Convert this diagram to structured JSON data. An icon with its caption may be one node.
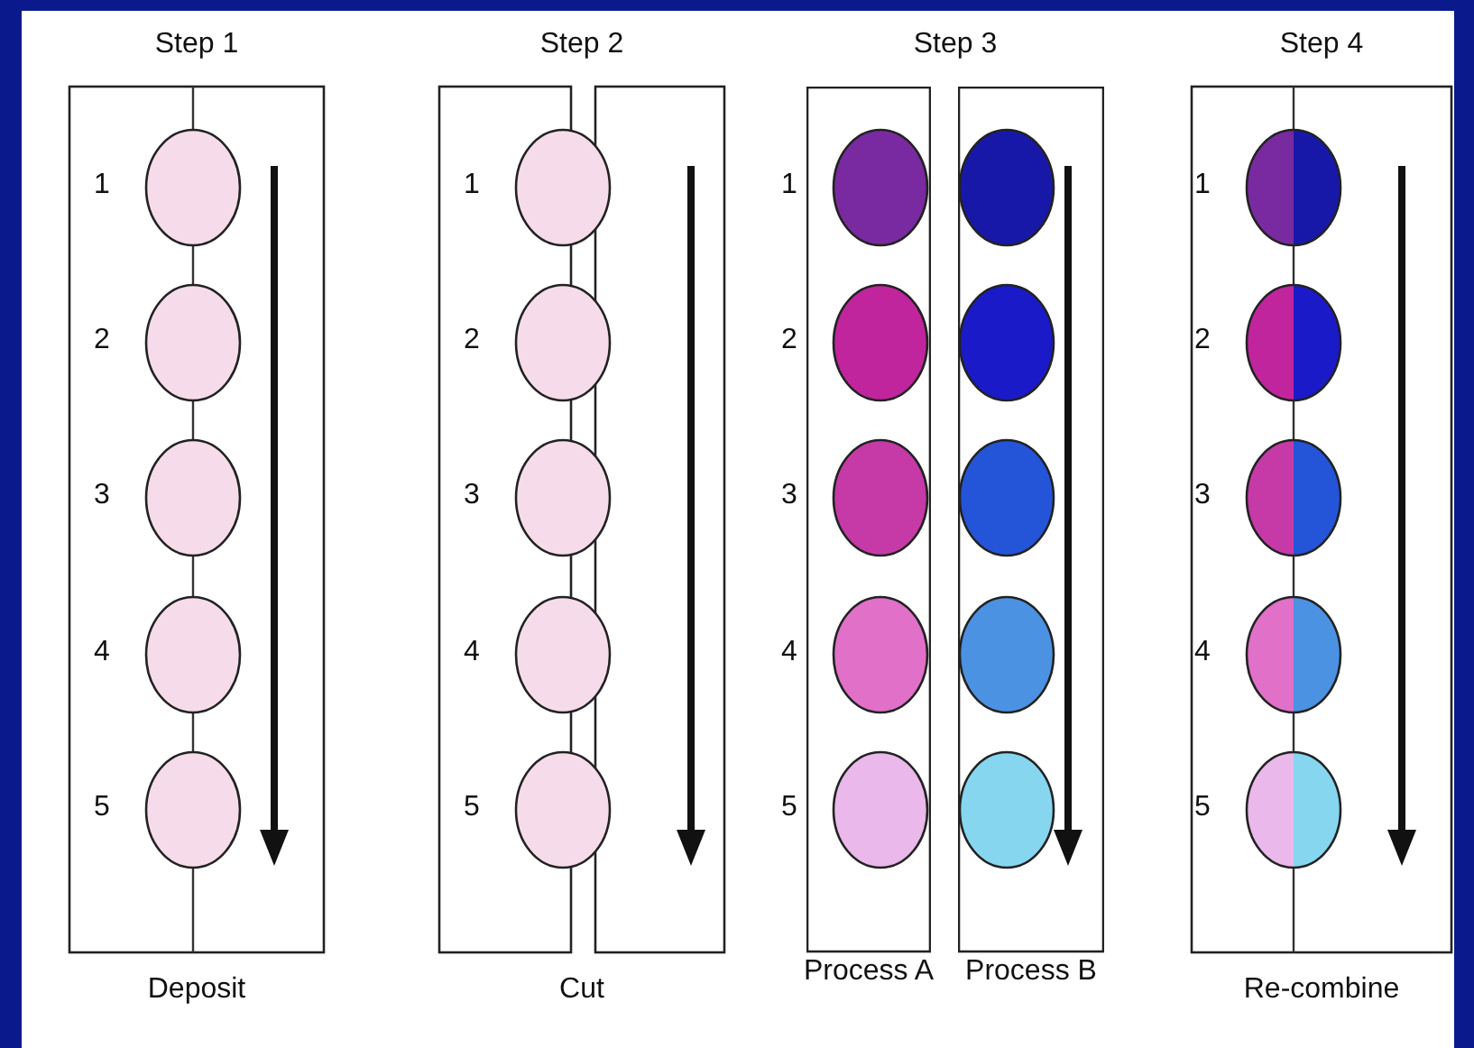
{
  "diagram": {
    "nodes": [
      {
        "text": [
          "Step 1"
        ],
        "beside": [
          "Deposit"
        ]
      },
      {
        "text": [],
        "shape": "ellipse",
        "in": 0,
        "beside": [
          "1"
        ]
      },
      {
        "text": [],
        "shape": "ellipse",
        "in": 0,
        "beside": [
          "2"
        ]
      },
      {
        "text": [],
        "shape": "ellipse",
        "in": 0,
        "beside": [
          "3"
        ]
      },
      {
        "text": [],
        "shape": "ellipse",
        "in": 0,
        "beside": [
          "4"
        ]
      },
      {
        "text": [],
        "shape": "ellipse",
        "in": 0,
        "beside": [
          "5"
        ]
      },
      {
        "text": [
          "Step 2"
        ],
        "beside": [
          "Cut"
        ]
      },
      {
        "text": [],
        "shape": "ellipse",
        "in": 6,
        "beside": [
          "1"
        ]
      },
      {
        "text": [],
        "shape": "ellipse",
        "in": 6,
        "beside": [
          "2"
        ]
      },
      {
        "text": [],
        "shape": "ellipse",
        "in": 6,
        "beside": [
          "3"
        ]
      },
      {
        "text": [],
        "shape": "ellipse",
        "in": 6,
        "beside": [
          "4"
        ]
      },
      {
        "text": [],
        "shape": "ellipse",
        "in": 6,
        "beside": [
          "5"
        ]
      },
      {
        "text": [
          "Process A"
        ]
      },
      {
        "text": [
          "Process B"
        ]
      },
      {
        "text": [],
        "shape": "ellipse",
        "in": 12,
        "beside": [
          "1"
        ]
      },
      {
        "text": [],
        "shape": "ellipse",
        "in": 12,
        "beside": [
          "2"
        ]
      },
      {
        "text": [],
        "shape": "ellipse",
        "in": 12,
        "beside": [
          "3"
        ]
      },
      {
        "text": [],
        "shape": "ellipse",
        "in": 12,
        "beside": [
          "4"
        ]
      },
      {
        "text": [],
        "shape": "ellipse",
        "in": 12,
        "beside": [
          "5"
        ]
      },
      {
        "text": [],
        "shape": "ellipse",
        "in": 13
      },
      {
        "text": [],
        "shape": "ellipse",
        "in": 13
      },
      {
        "text": [],
        "shape": "ellipse",
        "in": 13
      },
      {
        "text": [],
        "shape": "ellipse",
        "in": 13
      },
      {
        "text": [],
        "shape": "ellipse",
        "in": 13
      },
      {
        "text": [
          "Step 4"
        ],
        "beside": [
          "Re-combine"
        ]
      },
      {
        "text": [],
        "shape": "ellipse",
        "in": 24,
        "beside": [
          "1"
        ]
      },
      {
        "text": [],
        "shape": "ellipse",
        "in": 24,
        "beside": [
          "2"
        ]
      },
      {
        "text": [],
        "shape": "ellipse",
        "in": 24,
        "beside": [
          "3"
        ]
      },
      {
        "text": [],
        "shape": "ellipse",
        "in": 24,
        "beside": [
          "4"
        ]
      },
      {
        "text": [],
        "shape": "ellipse",
        "in": 24,
        "beside": [
          "5"
        ]
      }
    ],
    "labels": [
      "Step 3"
    ]
  }
}
